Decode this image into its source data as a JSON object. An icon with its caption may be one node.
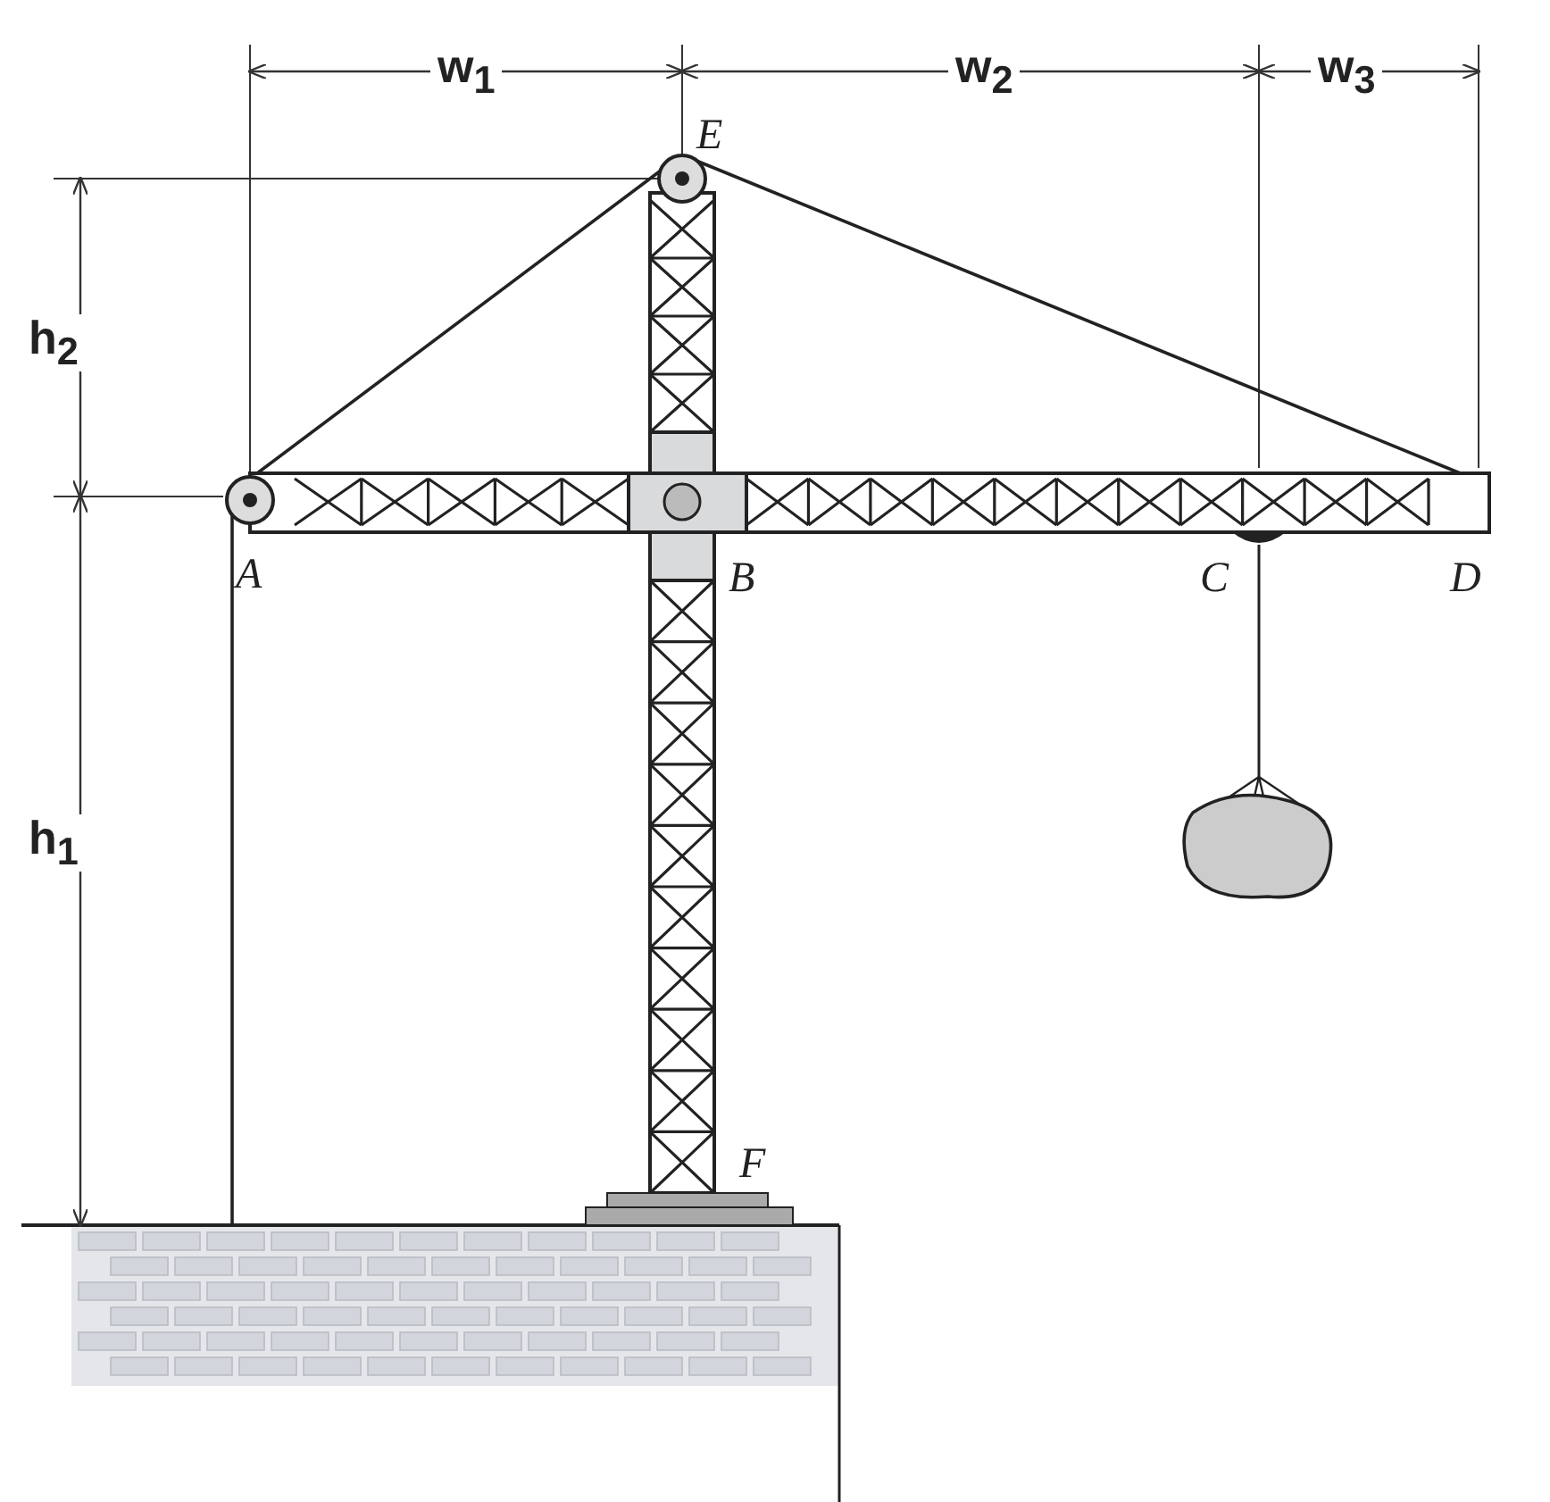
{
  "diagram": {
    "labels": [
      "w$_{1}$",
      "w$_{2}$",
      "w$_{3}$",
      "E",
      "h$_{2}$",
      "A",
      "B",
      "C",
      "D",
      "h$_{1}$",
      "F"
    ]
  }
}
